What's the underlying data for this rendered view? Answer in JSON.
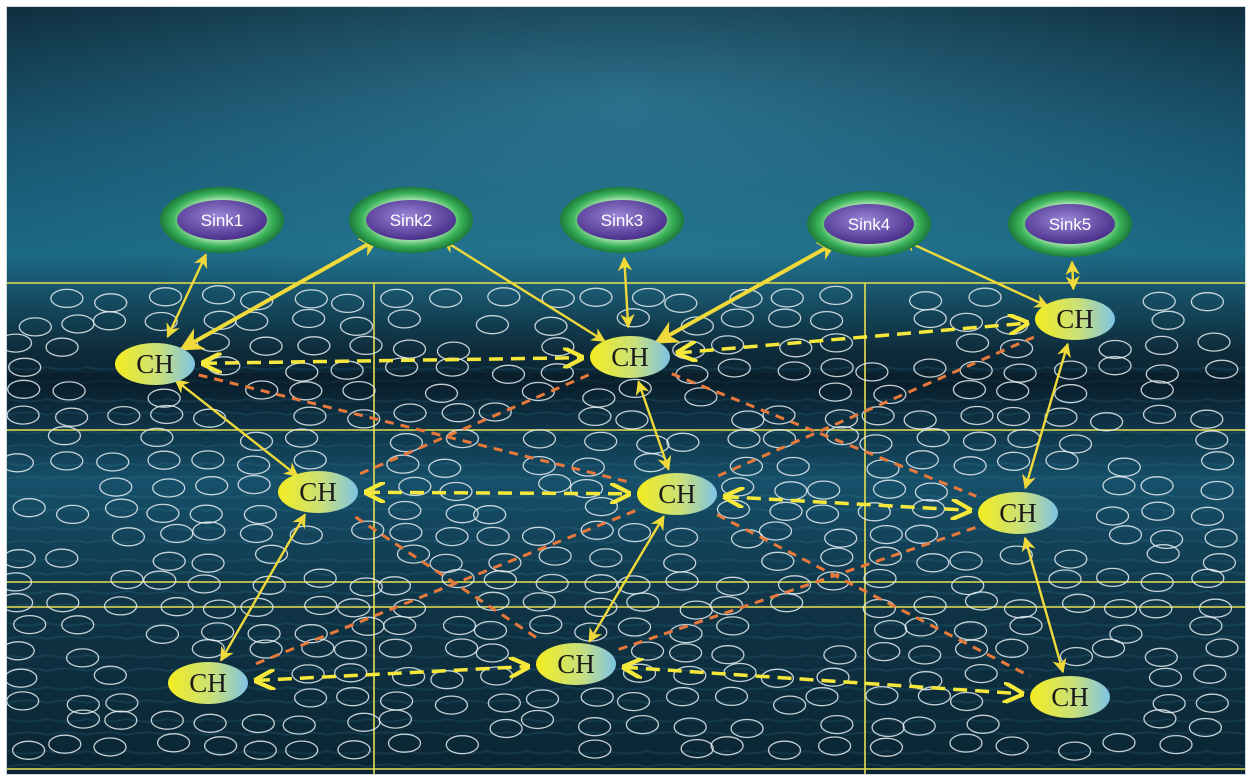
{
  "sinks": [
    {
      "id": "s1",
      "label": "Sink1"
    },
    {
      "id": "s2",
      "label": "Sink2"
    },
    {
      "id": "s3",
      "label": "Sink3"
    },
    {
      "id": "s4",
      "label": "Sink4"
    },
    {
      "id": "s5",
      "label": "Sink5"
    }
  ],
  "cluster_heads": [
    {
      "id": "c1",
      "label": "CH"
    },
    {
      "id": "c2",
      "label": "CH"
    },
    {
      "id": "c3",
      "label": "CH"
    },
    {
      "id": "c4",
      "label": "CH"
    },
    {
      "id": "c5",
      "label": "CH"
    },
    {
      "id": "c6",
      "label": "CH"
    },
    {
      "id": "c7",
      "label": "CH"
    },
    {
      "id": "c8",
      "label": "CH"
    },
    {
      "id": "c9",
      "label": "CH"
    }
  ],
  "colors": {
    "sink_outer": "#2fa84f",
    "sink_inner": "#5b3f9e",
    "ch_left": "#f2ea2a",
    "ch_right": "#7fc3e6",
    "grid_line": "#e8e050",
    "solid_arrow": "#f0d93a",
    "dashed_yellow": "#f5e83a",
    "dashed_orange": "#e8793a",
    "sensor_node": "#e6eef2"
  },
  "links": {
    "ch_to_sink": [
      [
        "c1",
        "s1"
      ],
      [
        "c1",
        "s2"
      ],
      [
        "c2",
        "s2"
      ],
      [
        "c2",
        "s3"
      ],
      [
        "c2",
        "s4"
      ],
      [
        "c3",
        "s4"
      ],
      [
        "c3",
        "s5"
      ]
    ],
    "ch_to_ch_solid": [
      [
        "c4",
        "c1"
      ],
      [
        "c7",
        "c4"
      ],
      [
        "c5",
        "c2"
      ],
      [
        "c8",
        "c5"
      ],
      [
        "c6",
        "c3"
      ],
      [
        "c9",
        "c6"
      ]
    ],
    "dashed_yellow": [
      [
        "c1",
        "c2"
      ],
      [
        "c2",
        "c3"
      ],
      [
        "c4",
        "c5"
      ],
      [
        "c5",
        "c6"
      ],
      [
        "c7",
        "c8"
      ],
      [
        "c8",
        "c9"
      ]
    ],
    "dashed_orange": [
      [
        "c1",
        "c5"
      ],
      [
        "c2",
        "c4"
      ],
      [
        "c2",
        "c6"
      ],
      [
        "c3",
        "c5"
      ],
      [
        "c4",
        "c8"
      ],
      [
        "c5",
        "c7"
      ],
      [
        "c5",
        "c9"
      ],
      [
        "c6",
        "c8"
      ]
    ]
  }
}
